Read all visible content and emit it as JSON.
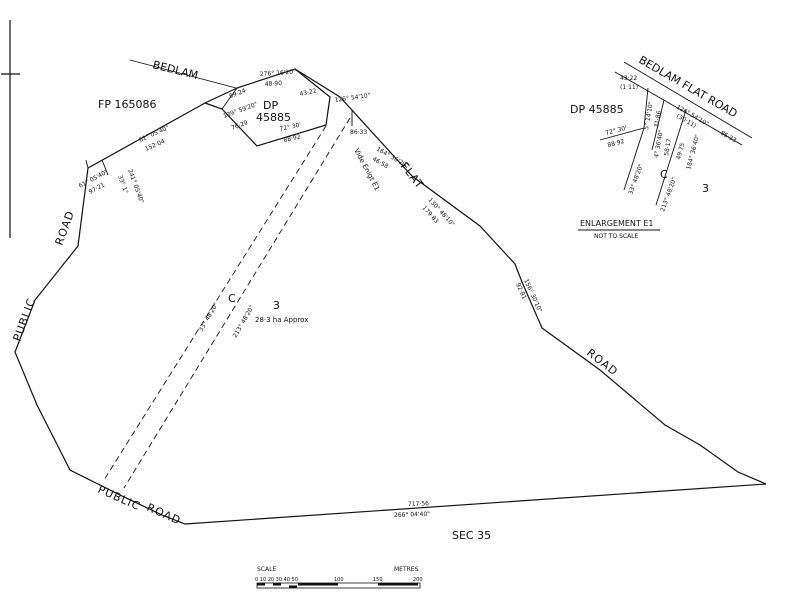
{
  "plan": {
    "labels": {
      "bedlam": "BEDLAM",
      "fp": "FP 165086",
      "dp": "DP",
      "dp_num": "45885",
      "road_left": "ROAD",
      "public_left": "PUBLIC",
      "flat": "FLAT",
      "road_right": "ROAD",
      "public_bottom": "PUBLIC",
      "road_bottom": "ROAD",
      "sec": "SEC 35",
      "lot_c": "C",
      "lot_3": "3",
      "area": "28·3 ha Approx",
      "vide": "Vide Enlgt E1"
    },
    "bearings": {
      "top_bearing": "276° 16'20\"",
      "top_dist": "48·90",
      "dp_left_dist": "69·24",
      "dp_right_dist": "43·22",
      "dp_inner_bearing": "139° 59'20\"",
      "dp_inner_dist": "76·29",
      "dp_bottom_bearing": "72° 30'",
      "dp_bottom_dist": "88·92",
      "fp_bearing": "61° 05'40\"",
      "fp_dist": "152·04",
      "left_bearing": "61° 05'40\"",
      "left_dist": "97·21",
      "left_b2": "33° 1\"",
      "left_b3": "241° 05'40\"",
      "flat_b1": "126° 54'10\"",
      "flat_d1": "86·33",
      "flat_b2": "164° 36'20\"",
      "flat_d2": "46·58",
      "flat_b3": "130° 48'10\"",
      "flat_d3": "179·83",
      "flat_b4": "156° 30'10\"",
      "flat_d4": "92·81",
      "road1_b": "33° 48'20\"",
      "road2_b": "213° 48'20\"",
      "bottom_dist": "717·56",
      "bottom_bearing": "266° 04'40\""
    },
    "enlargement": {
      "road_title": "BEDLAM  FLAT  ROAD",
      "dp": "DP 45885",
      "e_dist1": "43·22",
      "e_dist1b": "(1·11)",
      "e_bearing_top": "126° 54'10\"",
      "e_paren": "(30·11)",
      "e_dist_r": "86·33",
      "e_b_mid": "5° 14'10\"",
      "e_d_mid": "31·86",
      "e_b_mid2": "4° 36'40\"",
      "e_d_mid2": "58·17",
      "e_b_r": "49·75",
      "e_b_r2": "184° 36'40\"",
      "e_b_left": "72° 30'",
      "e_d_left": "88·92",
      "e_b_ll": "33° 48'20\"",
      "e_b_rr": "213° 48'20\"",
      "e_c": "C",
      "e_3": "3",
      "title": "ENLARGEMENT E1",
      "subtitle": "NOT TO SCALE"
    },
    "scale": {
      "label": "SCALE",
      "units": "METRES",
      "ticks": [
        "0 10 20 30 40 50",
        "100",
        "150",
        "200"
      ]
    }
  }
}
